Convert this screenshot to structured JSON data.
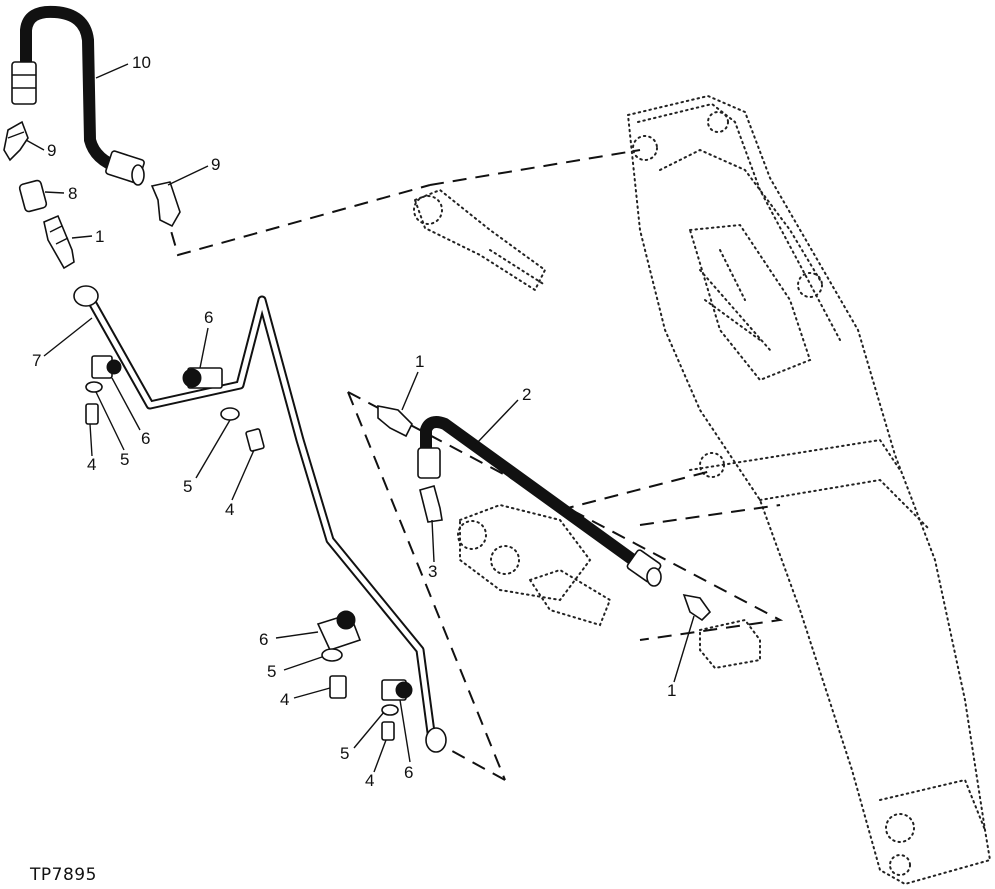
{
  "figure_id": "TP7895",
  "callouts": {
    "c10": "10",
    "c9a": "9",
    "c9b": "9",
    "c8": "8",
    "c1a": "1",
    "c7": "7",
    "c6a": "6",
    "c6b": "6",
    "c5a": "5",
    "c4a": "4",
    "c5b": "5",
    "c4b": "4",
    "c1b": "1",
    "c2": "2",
    "c3": "3",
    "c1c": "1",
    "c6c": "6",
    "c5c": "5",
    "c4c": "4",
    "c5d": "5",
    "c4d": "4",
    "c6d": "6"
  },
  "colors": {
    "ink": "#111111",
    "paper": "#ffffff"
  }
}
